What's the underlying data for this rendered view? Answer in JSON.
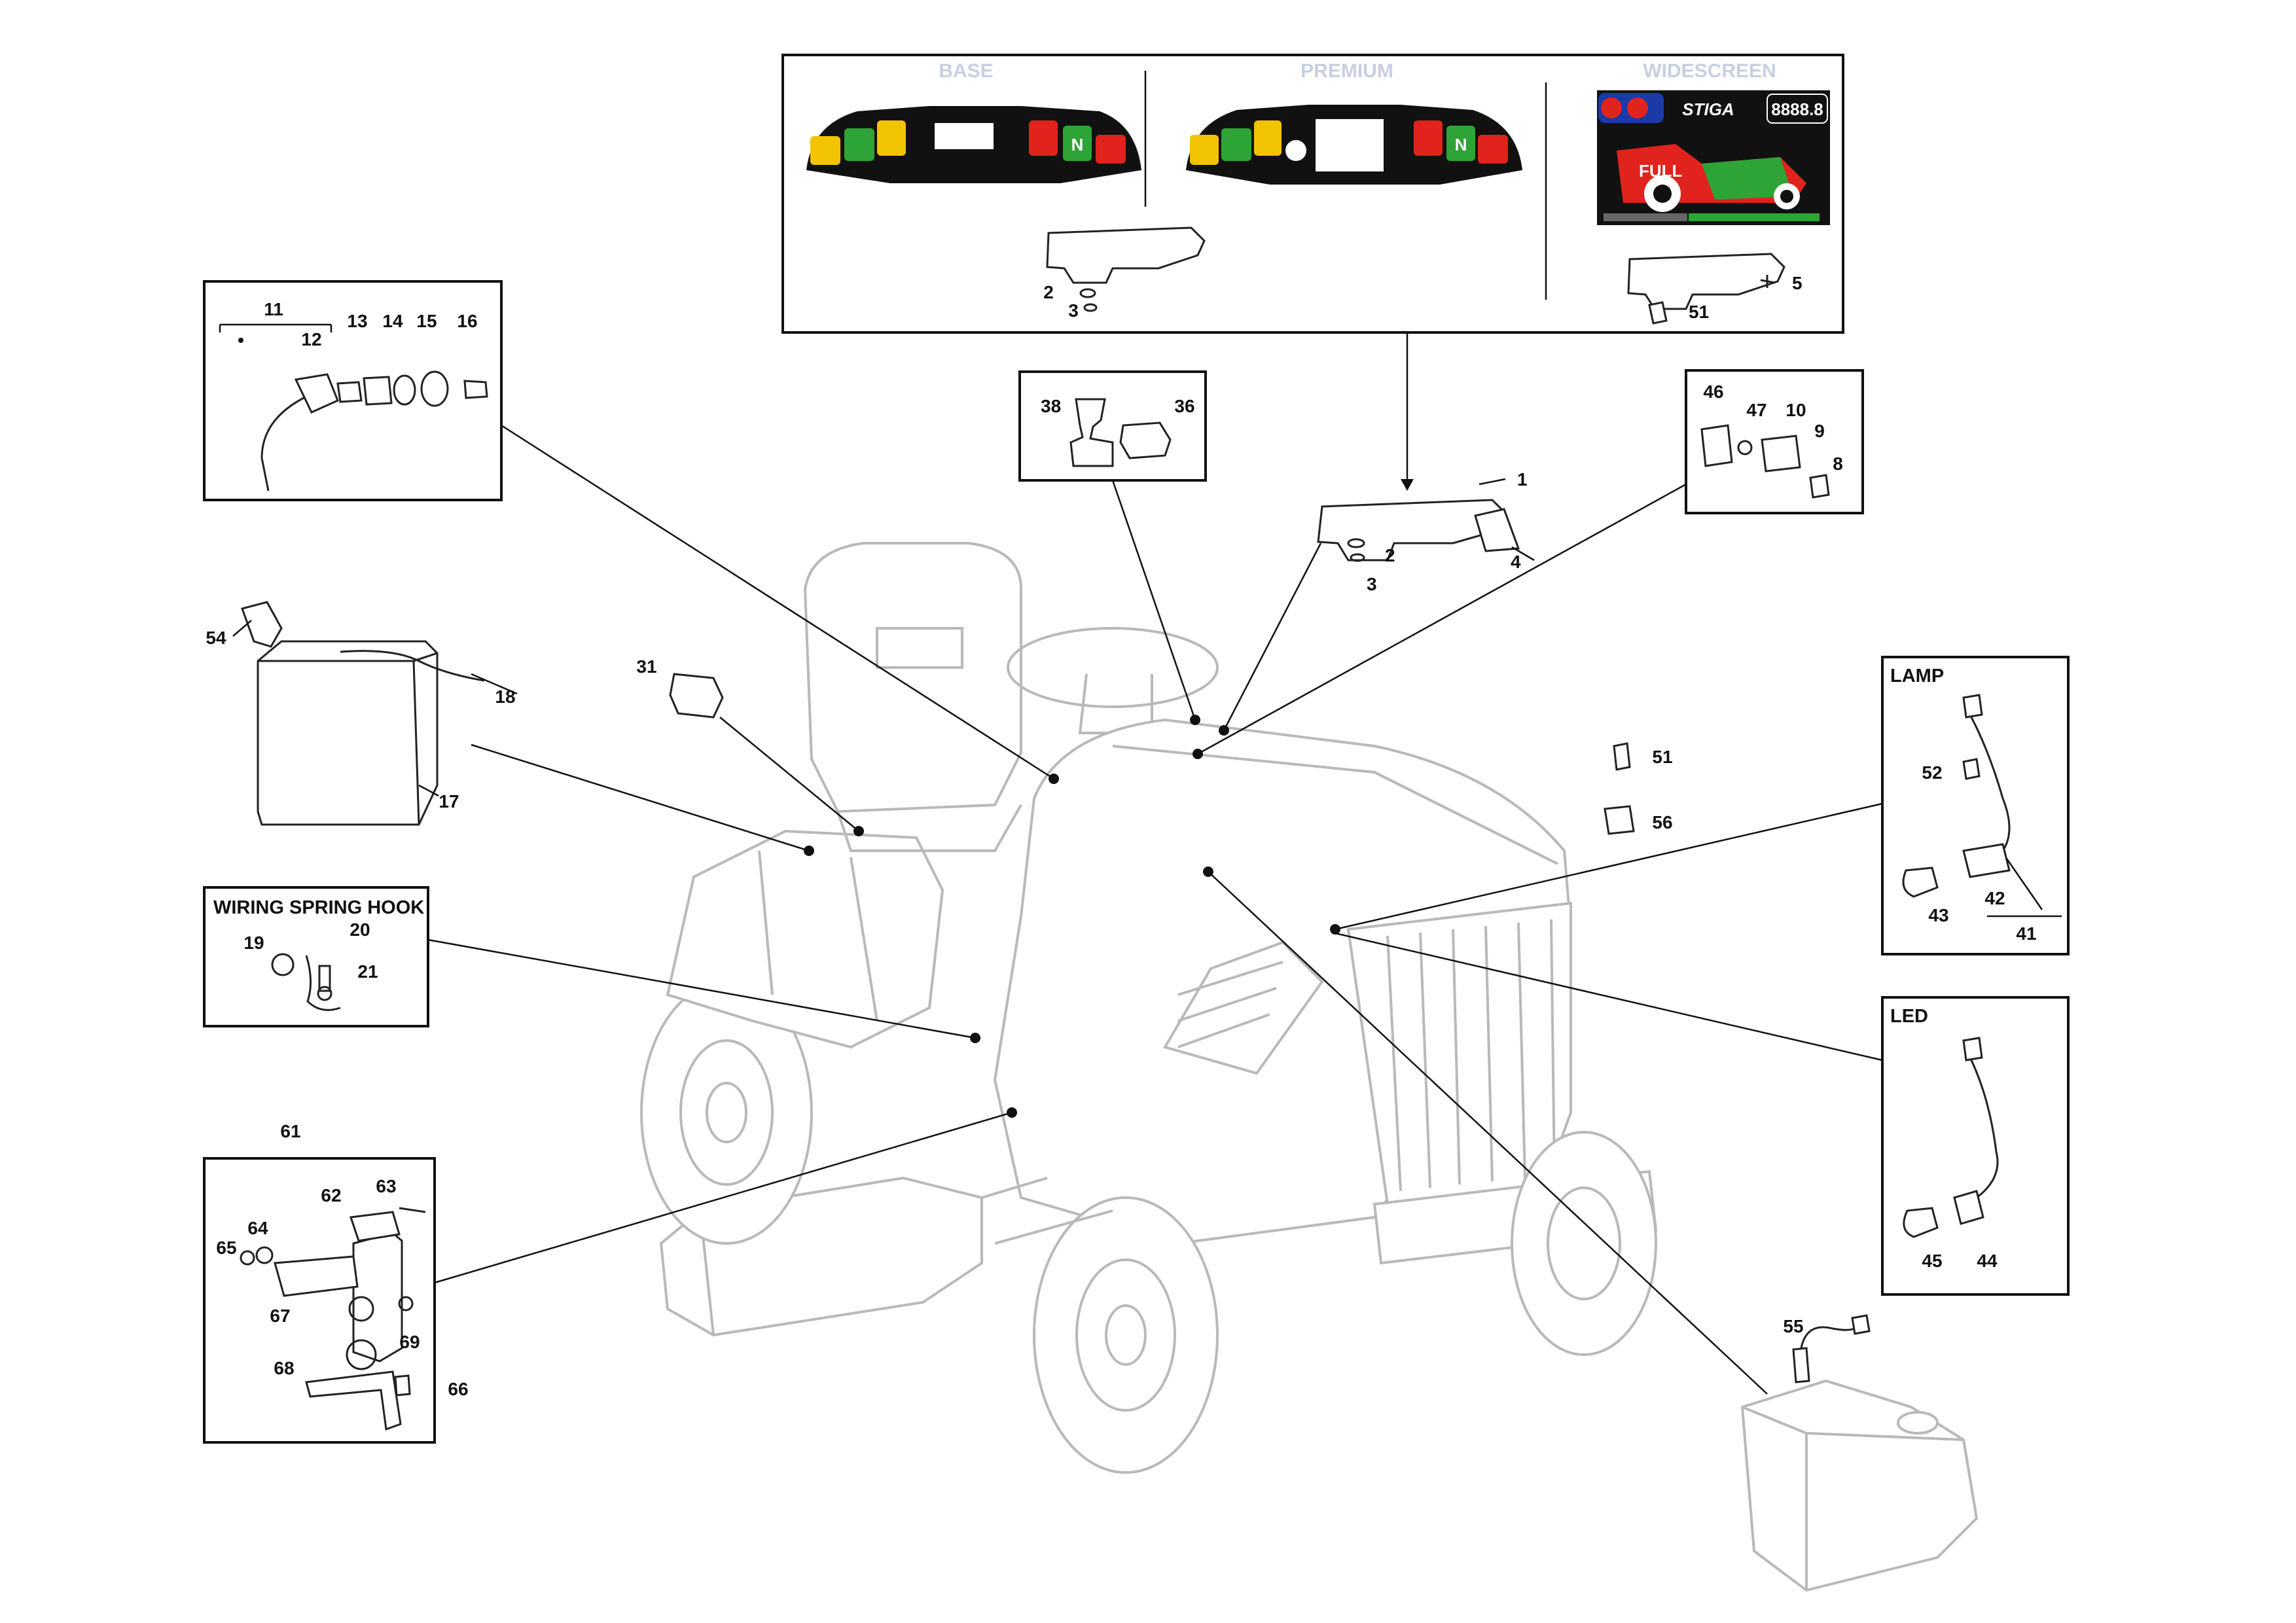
{
  "panel": {
    "variants": [
      {
        "name": "BASE"
      },
      {
        "name": "PREMIUM"
      },
      {
        "name": "WIDESCREEN"
      }
    ],
    "widescreen_text": {
      "brand": "STIGA",
      "counter": "8888.8",
      "fuel": "FULL"
    },
    "dash_letter": "N"
  },
  "sections": {
    "wiring_spring_hook": "WIRING SPRING HOOK",
    "lamp": "LAMP",
    "led": "LED"
  },
  "callouts": {
    "c1": "1",
    "c2a": "2",
    "c3a": "3",
    "c2b": "2",
    "c3b": "3",
    "c4": "4",
    "c5": "5",
    "c8": "8",
    "c9": "9",
    "c10": "10",
    "c11": "11",
    "c12": "12",
    "c13": "13",
    "c14": "14",
    "c15": "15",
    "c16": "16",
    "c17": "17",
    "c18": "18",
    "c19": "19",
    "c20": "20",
    "c21": "21",
    "c31": "31",
    "c36": "36",
    "c38": "38",
    "c41": "41",
    "c42": "42",
    "c43": "43",
    "c44": "44",
    "c45": "45",
    "c46": "46",
    "c47": "47",
    "c51a": "51",
    "c51b": "51",
    "c52": "52",
    "c54": "54",
    "c55": "55",
    "c56": "56",
    "c61": "61",
    "c62": "62",
    "c63": "63",
    "c64": "64",
    "c65": "65",
    "c66": "66",
    "c67": "67",
    "c68": "68",
    "c69": "69"
  },
  "colors": {
    "dash_red": "#e0231c",
    "dash_green": "#2ea336",
    "dash_yellow": "#f2c300",
    "dash_black": "#111111",
    "screen_blue": "#1a3aa8",
    "variant_label": "#c8cfe3"
  }
}
